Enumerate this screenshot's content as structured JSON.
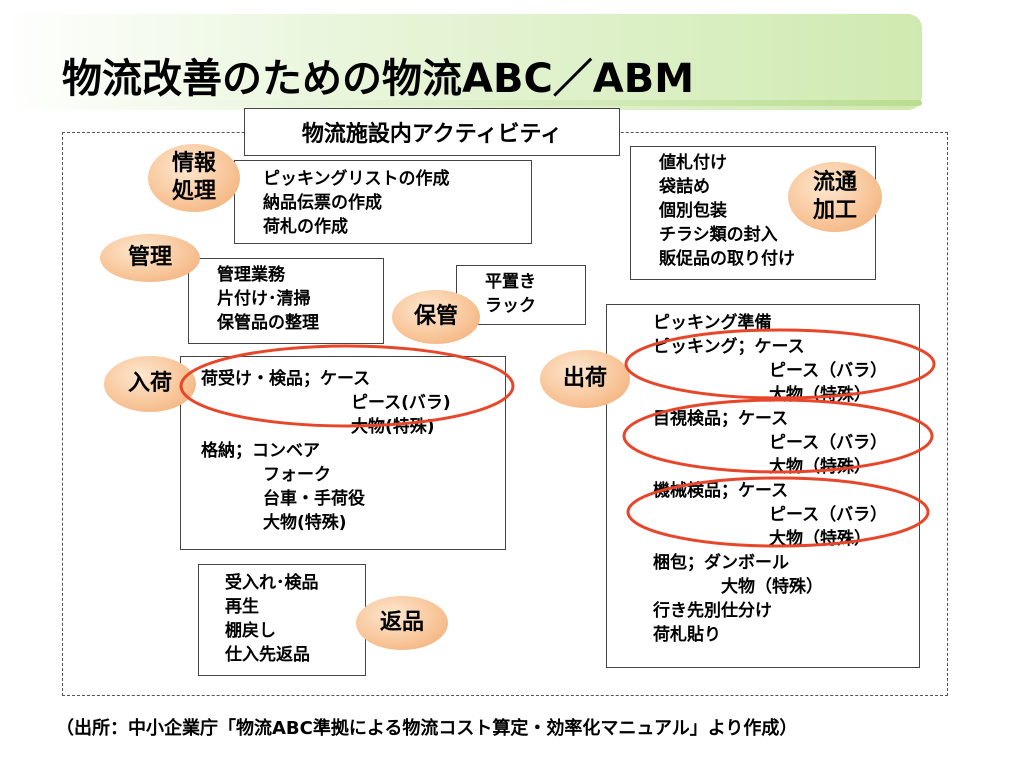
{
  "title": "物流改善のための物流ABC／ABM",
  "header": "物流施設内アクティビティ",
  "sections": {
    "info": {
      "badge": [
        "情報",
        "処理"
      ],
      "items": [
        "ピッキングリストの作成",
        "納品伝票の作成",
        "荷札の作成"
      ]
    },
    "kanri": {
      "badge": "管理",
      "items": [
        "管理業務",
        "片付け･清掃",
        "保管品の整理"
      ]
    },
    "hokan": {
      "badge": "保管",
      "items": [
        "平置き",
        "ラック"
      ]
    },
    "nyuka": {
      "badge": "入荷",
      "items": [
        "荷受け・検品；ケース",
        "ピース(バラ)",
        "大物(特殊)",
        "格納；コンベア",
        "フォーク",
        "台車・手荷役",
        "大物(特殊)"
      ]
    },
    "henpin": {
      "badge": "返品",
      "items": [
        "受入れ･検品",
        "再生",
        "棚戻し",
        "仕入先返品"
      ]
    },
    "ryutsu": {
      "badge": [
        "流通",
        "加工"
      ],
      "items": [
        "値札付け",
        "袋詰め",
        "個別包装",
        "チラシ類の封入",
        "販促品の取り付け"
      ]
    },
    "shukka": {
      "badge": "出荷",
      "items": [
        "ピッキング準備",
        "ピッキング；ケース",
        "ピース（バラ）",
        "大物（特殊）",
        "目視検品；ケース",
        "ピース（バラ）",
        "大物（特殊）",
        "機械検品；ケース",
        "ピース（バラ）",
        "大物（特殊）",
        "梱包；ダンボール",
        "大物（特殊）",
        "行き先別仕分け",
        "荷札貼り"
      ]
    }
  },
  "source": "（出所：中小企業庁「物流ABC準拠による物流コスト算定・効率化マニュアル」より作成）",
  "colors": {
    "oval": "#e8462a",
    "badge": "#f5b07a",
    "title_band": "#cfeab0"
  }
}
